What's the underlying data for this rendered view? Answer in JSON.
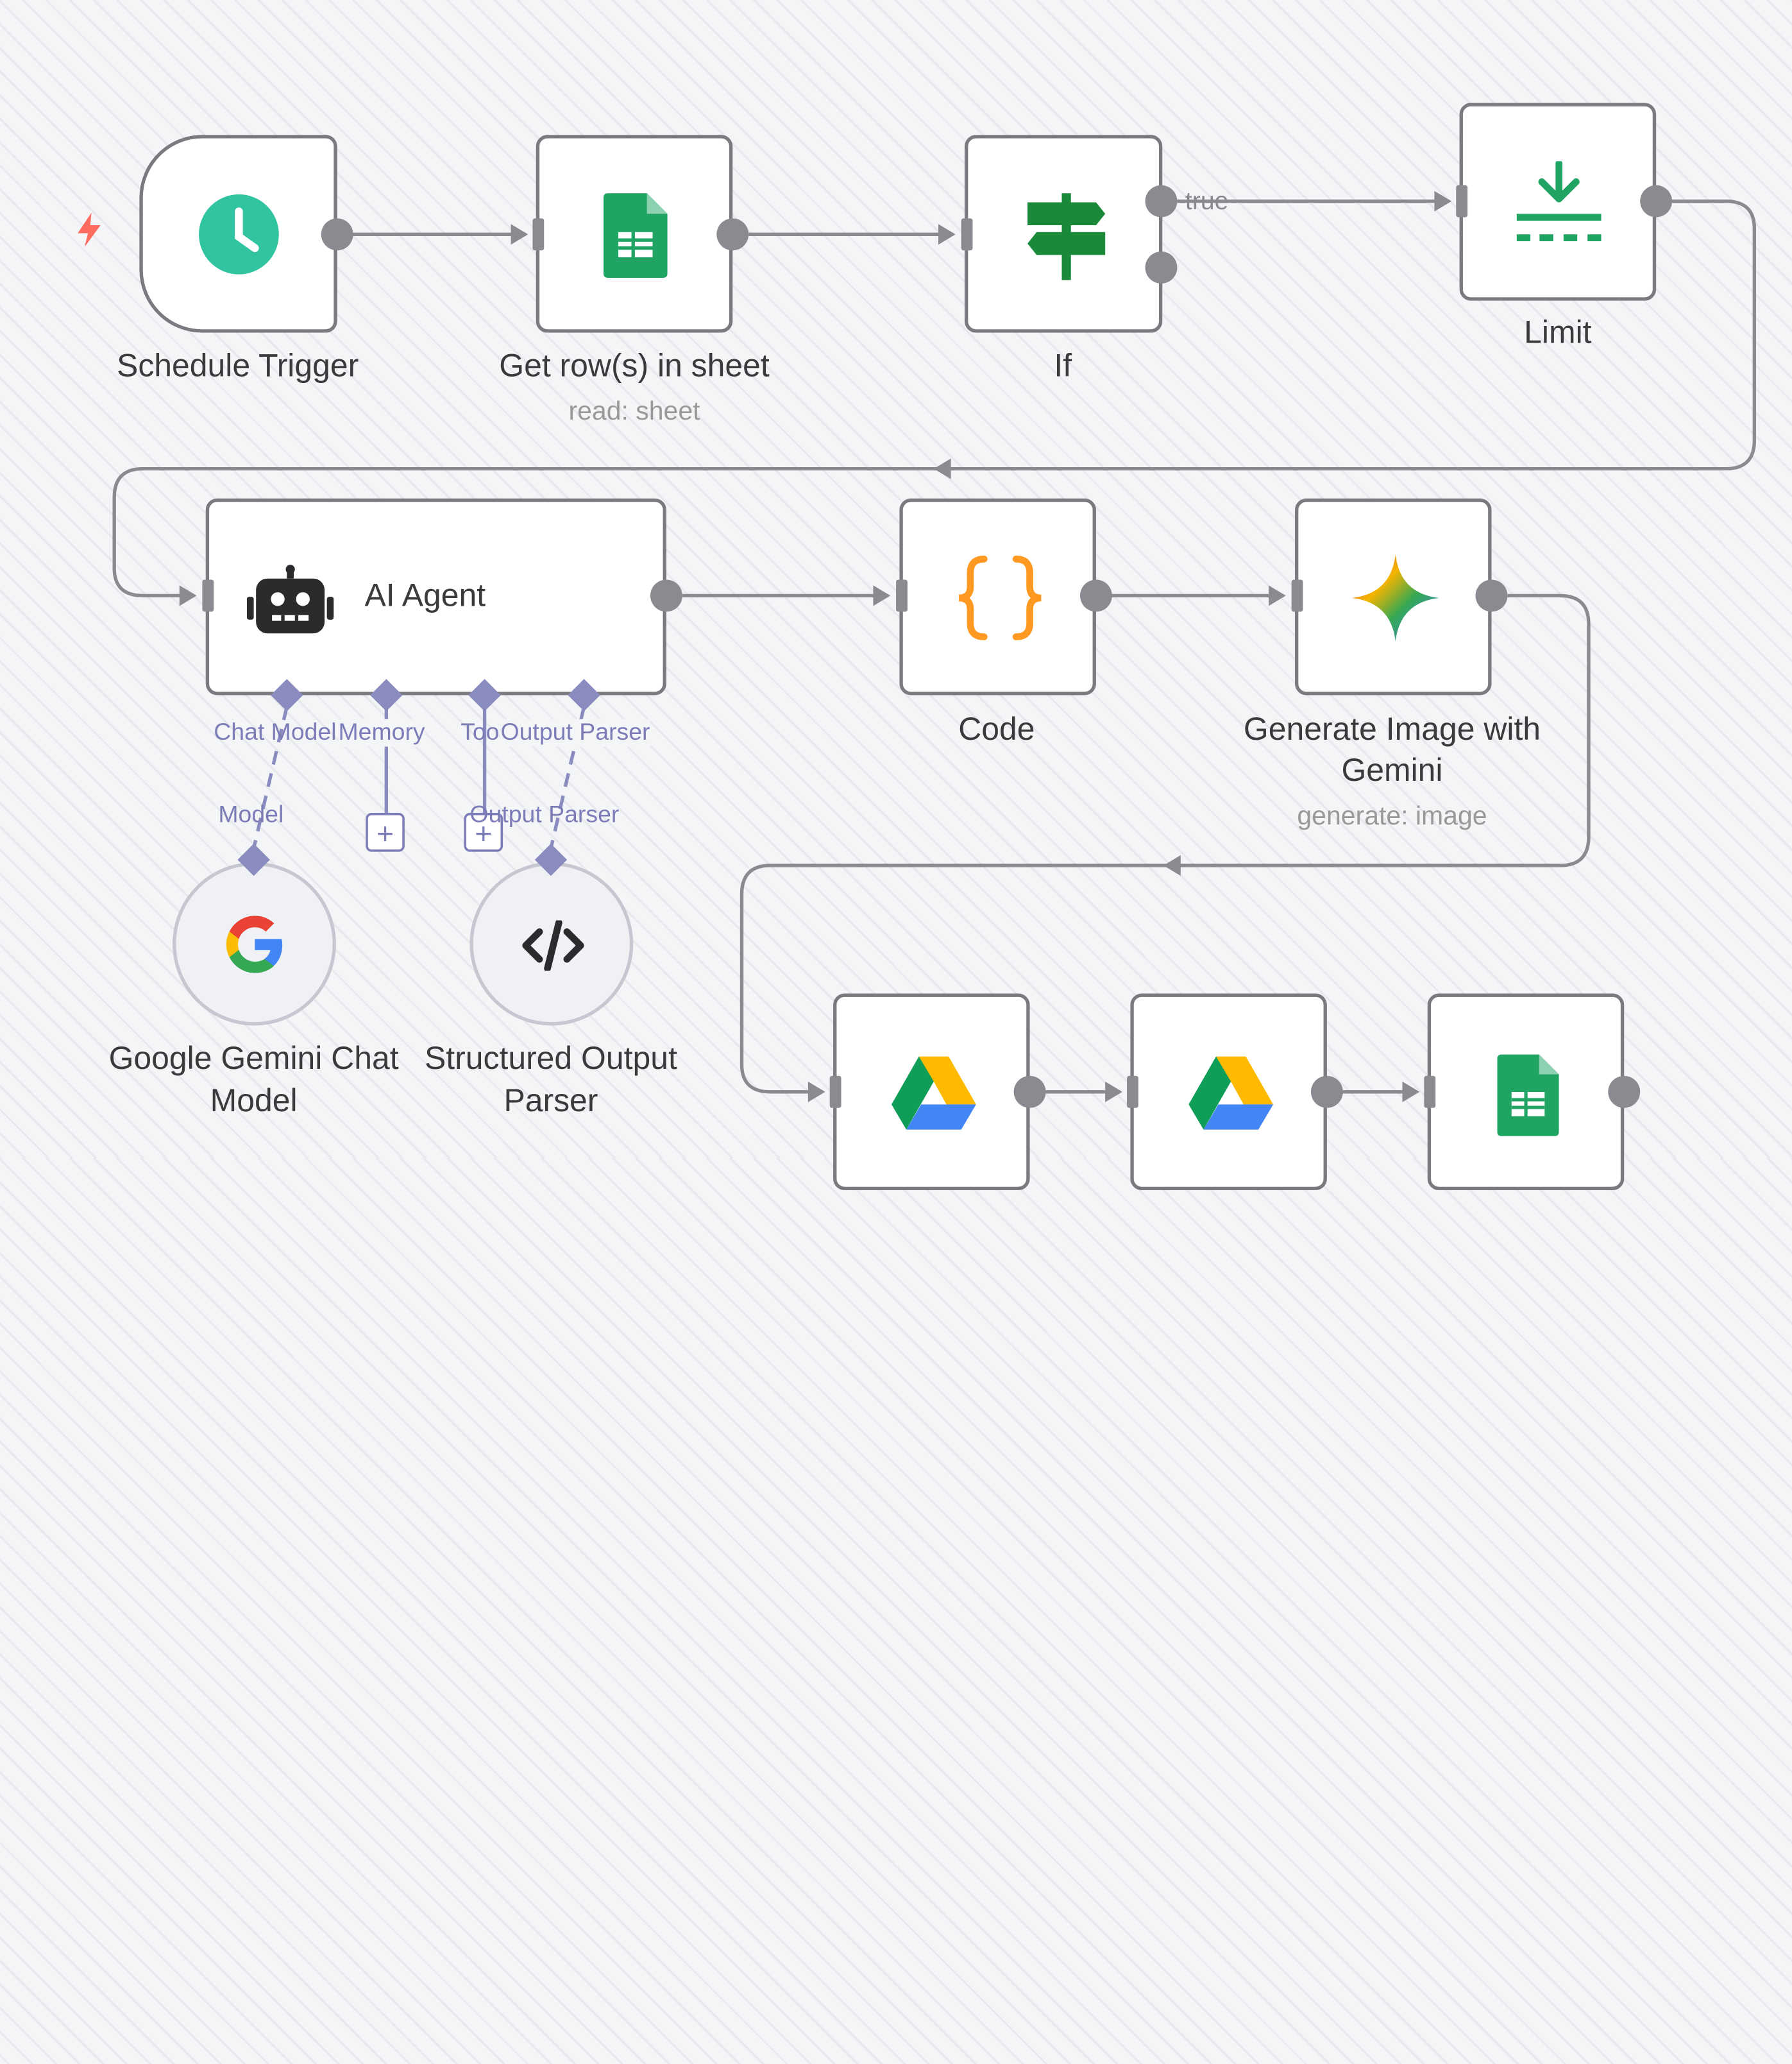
{
  "nodes": {
    "schedule_trigger": {
      "label": "Schedule Trigger"
    },
    "get_rows": {
      "label": "Get row(s) in sheet",
      "sublabel": "read: sheet"
    },
    "if": {
      "label": "If",
      "true_label": "true"
    },
    "limit": {
      "label": "Limit"
    },
    "ai_agent": {
      "label": "AI Agent"
    },
    "code": {
      "label": "Code"
    },
    "gemini_image": {
      "label_line1": "Generate Image with",
      "label_line2": "Gemini",
      "sublabel": "generate: image"
    },
    "gemini_chat": {
      "label_line1": "Google Gemini Chat",
      "label_line2": "Model"
    },
    "output_parser": {
      "label_line1": "Structured Output",
      "label_line2": "Parser"
    }
  },
  "agent_ports": {
    "chat_model": "Chat Model",
    "memory": "Memory",
    "tool": "Tool",
    "output_parser": "Output Parser"
  },
  "sub_ports": {
    "model": "Model",
    "output_parser": "Output Parser",
    "plus": "+"
  },
  "icons": {
    "schedule": "clock-icon",
    "sheets": "google-sheets-icon",
    "if": "signpost-icon",
    "limit": "limit-icon",
    "agent": "robot-icon",
    "code": "braces-icon",
    "gemini": "gemini-sparkle-icon",
    "google": "google-g-icon",
    "parser": "code-tag-icon",
    "drive": "google-drive-icon",
    "trigger": "lightning-bolt-icon"
  },
  "colors": {
    "wire": "#8a8a90",
    "ai_port": "#8a8bbf",
    "schedule_green": "#31c4a0",
    "sheets_green": "#1fa463",
    "code_orange": "#ff9922"
  }
}
